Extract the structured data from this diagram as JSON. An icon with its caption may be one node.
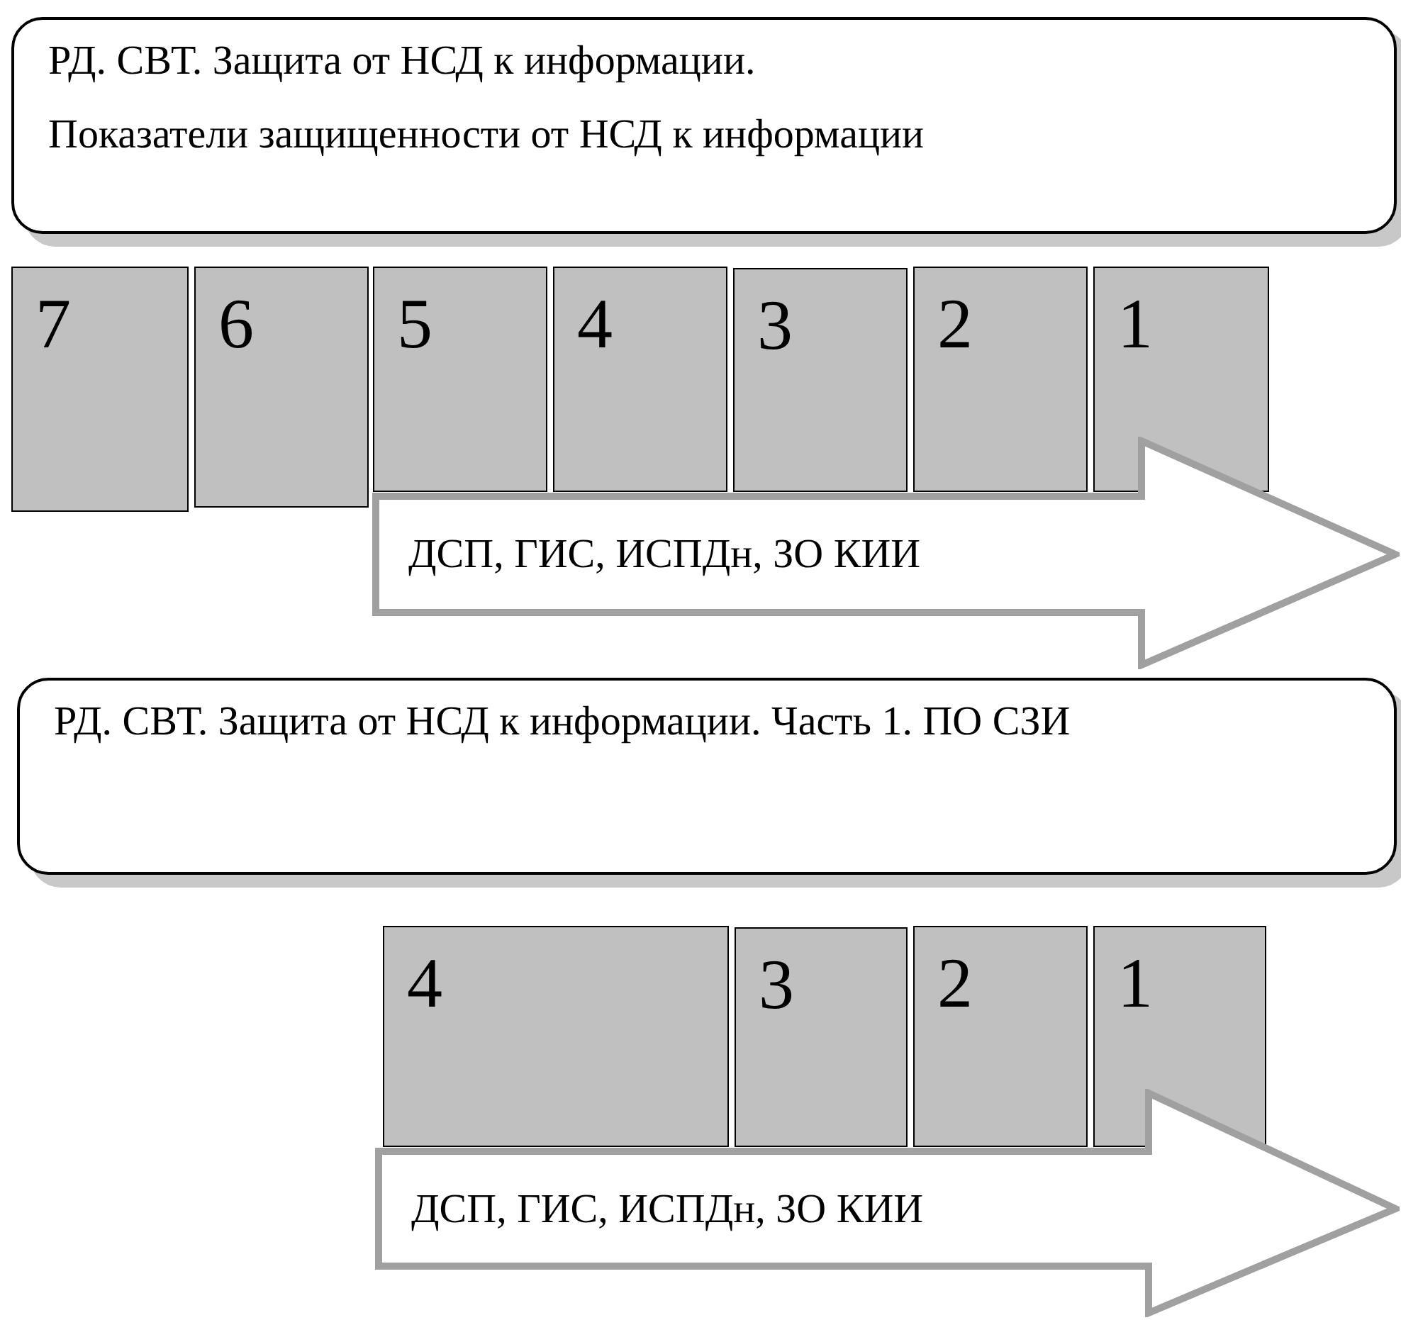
{
  "diagram": {
    "nodes": [
      {
        "text": [
          "РД. СВТ. Защита от НСД к информации.",
          "Показатели защищенности от НСД к информации"
        ]
      },
      {
        "text": [
          "7"
        ]
      },
      {
        "text": [
          "6"
        ]
      },
      {
        "text": [
          "5"
        ]
      },
      {
        "text": [
          "4"
        ]
      },
      {
        "text": [
          "3"
        ]
      },
      {
        "text": [
          "2"
        ]
      },
      {
        "text": [
          "1"
        ]
      },
      {
        "text": [
          "ДСП, ГИС, ИСПДн, ЗО КИИ"
        ]
      },
      {
        "text": [
          "РД. СВТ. Защита от НСД к информации. Часть 1. ПО СЗИ"
        ]
      },
      {
        "text": [
          "4"
        ]
      },
      {
        "text": [
          "3"
        ]
      },
      {
        "text": [
          "2"
        ]
      },
      {
        "text": [
          "1"
        ]
      },
      {
        "text": [
          "ДСП, ГИС, ИСПДн, ЗО КИИ"
        ]
      }
    ]
  }
}
